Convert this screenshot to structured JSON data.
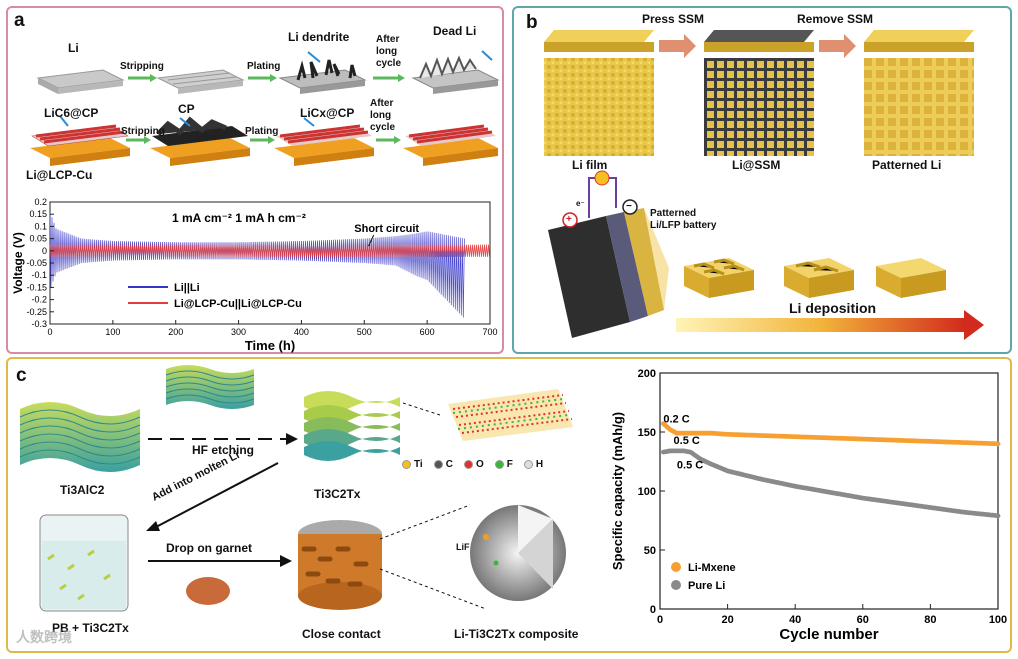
{
  "panel_a": {
    "letter": "a",
    "row1": {
      "li": "Li",
      "stripping": "Stripping",
      "plating": "Plating",
      "dendrite": "Li dendrite",
      "after_long_cycle": [
        "After",
        "long",
        "cycle"
      ],
      "dead_li": "Dead Li"
    },
    "row2": {
      "lic6": "LiC6@CP",
      "cp": "CP",
      "stripping": "Stripping",
      "plating": "Plating",
      "licx": "LiCx@CP",
      "after_long_cycle": [
        "After",
        "long",
        "cycle"
      ],
      "lilcp": "Li@LCP-Cu"
    },
    "chart_data": {
      "type": "line",
      "annotation": "1 mA cm⁻²  1 mA h cm⁻²",
      "short_circuit_label": "Short circuit",
      "xlabel": "Time (h)",
      "ylabel": "Voltage (V)",
      "xlim": [
        0,
        700
      ],
      "ylim": [
        -0.3,
        0.2
      ],
      "xticks": [
        0,
        100,
        200,
        300,
        400,
        500,
        600,
        700
      ],
      "yticks": [
        0.2,
        0.15,
        0.1,
        0.05,
        0.0,
        -0.05,
        -0.1,
        -0.15,
        -0.2,
        -0.25,
        -0.3
      ],
      "legend_position": "bottom-center",
      "series": [
        {
          "name": "Li||Li",
          "color": "#3535c8",
          "x": [
            0,
            10,
            50,
            100,
            200,
            300,
            400,
            500,
            550,
            580,
            600,
            660
          ],
          "envelope_top": [
            0.16,
            0.09,
            0.05,
            0.04,
            0.035,
            0.035,
            0.04,
            0.05,
            0.06,
            0.07,
            0.08,
            0.05
          ],
          "envelope_bottom": [
            -0.16,
            -0.09,
            -0.05,
            -0.04,
            -0.035,
            -0.035,
            -0.04,
            -0.05,
            -0.06,
            -0.1,
            -0.12,
            -0.28
          ]
        },
        {
          "name": "Li@LCP-Cu||Li@LCP-Cu",
          "color": "#e23c3c",
          "x": [
            0,
            100,
            200,
            300,
            400,
            500,
            600,
            700
          ],
          "envelope_top": [
            0.025,
            0.025,
            0.025,
            0.025,
            0.025,
            0.025,
            0.025,
            0.025
          ],
          "envelope_bottom": [
            -0.025,
            -0.025,
            -0.025,
            -0.025,
            -0.025,
            -0.025,
            -0.025,
            -0.025
          ]
        }
      ]
    }
  },
  "panel_b": {
    "letter": "b",
    "press_ssm": "Press SSM",
    "remove_ssm": "Remove SSM",
    "li_film": "Li film",
    "li_ssm": "Li@SSM",
    "patterned_li": "Patterned Li",
    "battery_label": [
      "Patterned",
      "Li/LFP battery"
    ],
    "plus": "+",
    "minus": "−",
    "electron": "e⁻",
    "li_deposition": "Li deposition"
  },
  "panel_c": {
    "letter": "c",
    "hf_etching": "HF etching",
    "ti3alc2": "Ti3AlC2",
    "ti3c2tx": "Ti3C2Tx",
    "add_molten": "Add into molten Li",
    "drop_garnet": "Drop on garnet",
    "close_contact": "Close contact",
    "composite": "Li-Ti3C2Tx composite",
    "beaker_label": "PB + Ti3C2Tx",
    "lif": "LiF",
    "elements": [
      {
        "sym": "Ti",
        "color": "#f3c020"
      },
      {
        "sym": "C",
        "color": "#555555"
      },
      {
        "sym": "O",
        "color": "#e03030"
      },
      {
        "sym": "F",
        "color": "#38b838"
      },
      {
        "sym": "H",
        "color": "#dddddd"
      }
    ],
    "chart_data": {
      "type": "line",
      "xlabel": "Cycle number",
      "ylabel": "Specific capacity (mAh/g)",
      "xlim": [
        0,
        100
      ],
      "ylim": [
        0,
        200
      ],
      "xticks": [
        0,
        20,
        40,
        60,
        80,
        100
      ],
      "yticks": [
        0,
        50,
        100,
        150,
        200
      ],
      "legend_position": "bottom-left",
      "annotations": [
        {
          "text": "0.2 C",
          "x": 1,
          "y": 158
        },
        {
          "text": "0.5 C",
          "x": 4,
          "y": 140
        },
        {
          "text": "0.5 C",
          "x": 5,
          "y": 119
        }
      ],
      "series": [
        {
          "name": "Li-Mxene",
          "color": "#f5a030",
          "x": [
            1,
            3,
            5,
            7,
            10,
            15,
            20,
            30,
            40,
            50,
            60,
            70,
            80,
            90,
            100
          ],
          "y": [
            157,
            152,
            149,
            149,
            149,
            149,
            148,
            147,
            146,
            145,
            144,
            143,
            142,
            141,
            140
          ]
        },
        {
          "name": "Pure Li",
          "color": "#8a8a8a",
          "x": [
            1,
            3,
            5,
            7,
            9,
            10,
            12,
            15,
            20,
            30,
            40,
            50,
            60,
            70,
            80,
            90,
            100
          ],
          "y": [
            133,
            134,
            134,
            134,
            133,
            131,
            127,
            123,
            117,
            110,
            104,
            99,
            94,
            90,
            86,
            82,
            79
          ]
        }
      ]
    }
  },
  "watermark": "人数跨境"
}
